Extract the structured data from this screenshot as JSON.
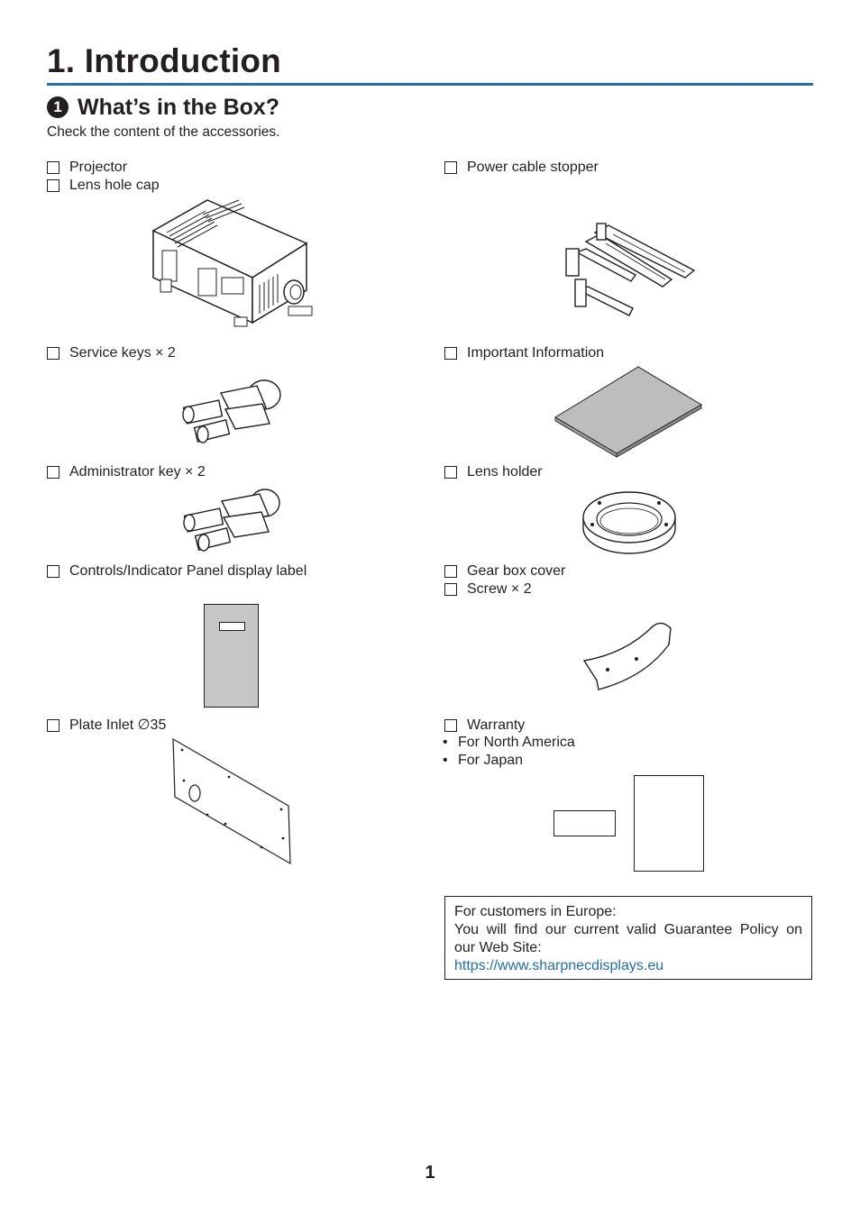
{
  "chapter": {
    "title": "1. Introduction"
  },
  "section": {
    "number": "1",
    "title": "What’s in the Box?"
  },
  "intro_text": "Check the content of the accessories.",
  "items": {
    "projector": "Projector",
    "lens_hole_cap": "Lens hole cap",
    "power_cable_stopper": "Power cable stopper",
    "service_keys": "Service keys × 2",
    "important_information": "Important Information",
    "administrator_key": "Administrator key × 2",
    "lens_holder": "Lens holder",
    "controls_label": "Controls/Indicator Panel display label",
    "gear_box_cover": "Gear box cover",
    "screw": "Screw × 2",
    "plate_inlet": "Plate Inlet ∅35",
    "warranty": "Warranty"
  },
  "warranty_bullets": [
    "For North America",
    "For Japan"
  ],
  "europe_notice": {
    "line1": "For customers in Europe:",
    "line2": "You will find our current valid Guarantee Policy on",
    "line3": "our Web Site:",
    "url": "https://www.sharpnecdisplays.eu"
  },
  "page_number": "1",
  "colors": {
    "accent": "#1f6fb2",
    "text": "#231f20",
    "booklet_gray": "#bdbdbd",
    "label_gray": "#c6c6c6"
  },
  "icons": [
    "checkbox-icon",
    "number-badge-icon"
  ]
}
